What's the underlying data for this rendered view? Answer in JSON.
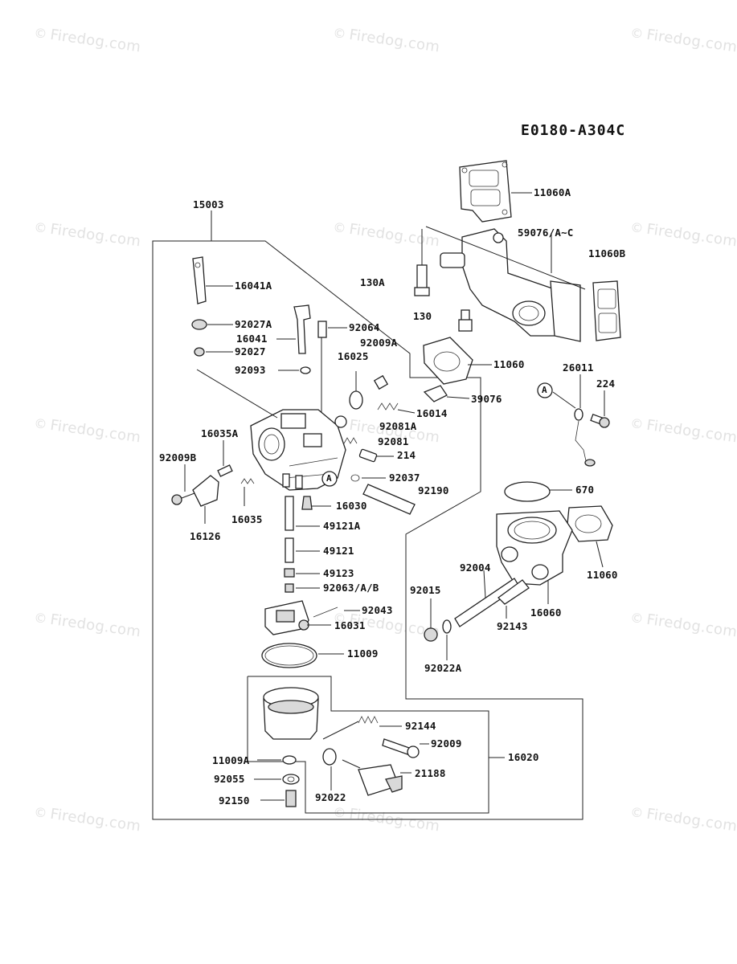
{
  "watermark": {
    "text": "Firedog.com",
    "symbol": "©"
  },
  "diagram_code": "E0180-A304C",
  "callout_letter": "A",
  "labels": {
    "p15003": "15003",
    "p16041A": "16041A",
    "p92027A": "92027A",
    "p16041": "16041",
    "p92027": "92027",
    "p92093": "92093",
    "p92064": "92064",
    "p92009A": "92009A",
    "p16025": "16025",
    "p16014": "16014",
    "p39076": "39076",
    "p92081A": "92081A",
    "p92081": "92081",
    "p214": "214",
    "p16035A": "16035A",
    "p92009B": "92009B",
    "p92037": "92037",
    "p92190": "92190",
    "p16030": "16030",
    "p16035": "16035",
    "p16126": "16126",
    "p49121A": "49121A",
    "p49121": "49121",
    "p49123": "49123",
    "p92063": "92063/A/B",
    "p92043": "92043",
    "p16031": "16031",
    "p11009": "11009",
    "p92144": "92144",
    "p92009": "92009",
    "p16020": "16020",
    "p11009A": "11009A",
    "p21188": "21188",
    "p92055": "92055",
    "p92022": "92022",
    "p92150": "92150",
    "p11060A": "11060A",
    "p59076": "59076/A~C",
    "p11060B": "11060B",
    "p130A": "130A",
    "p130": "130",
    "p11060": "11060",
    "p26011": "26011",
    "p224": "224",
    "p670": "670",
    "p11060b2": "11060",
    "p92004": "92004",
    "p92015": "92015",
    "p16060": "16060",
    "p92143": "92143",
    "p92022A": "92022A"
  }
}
